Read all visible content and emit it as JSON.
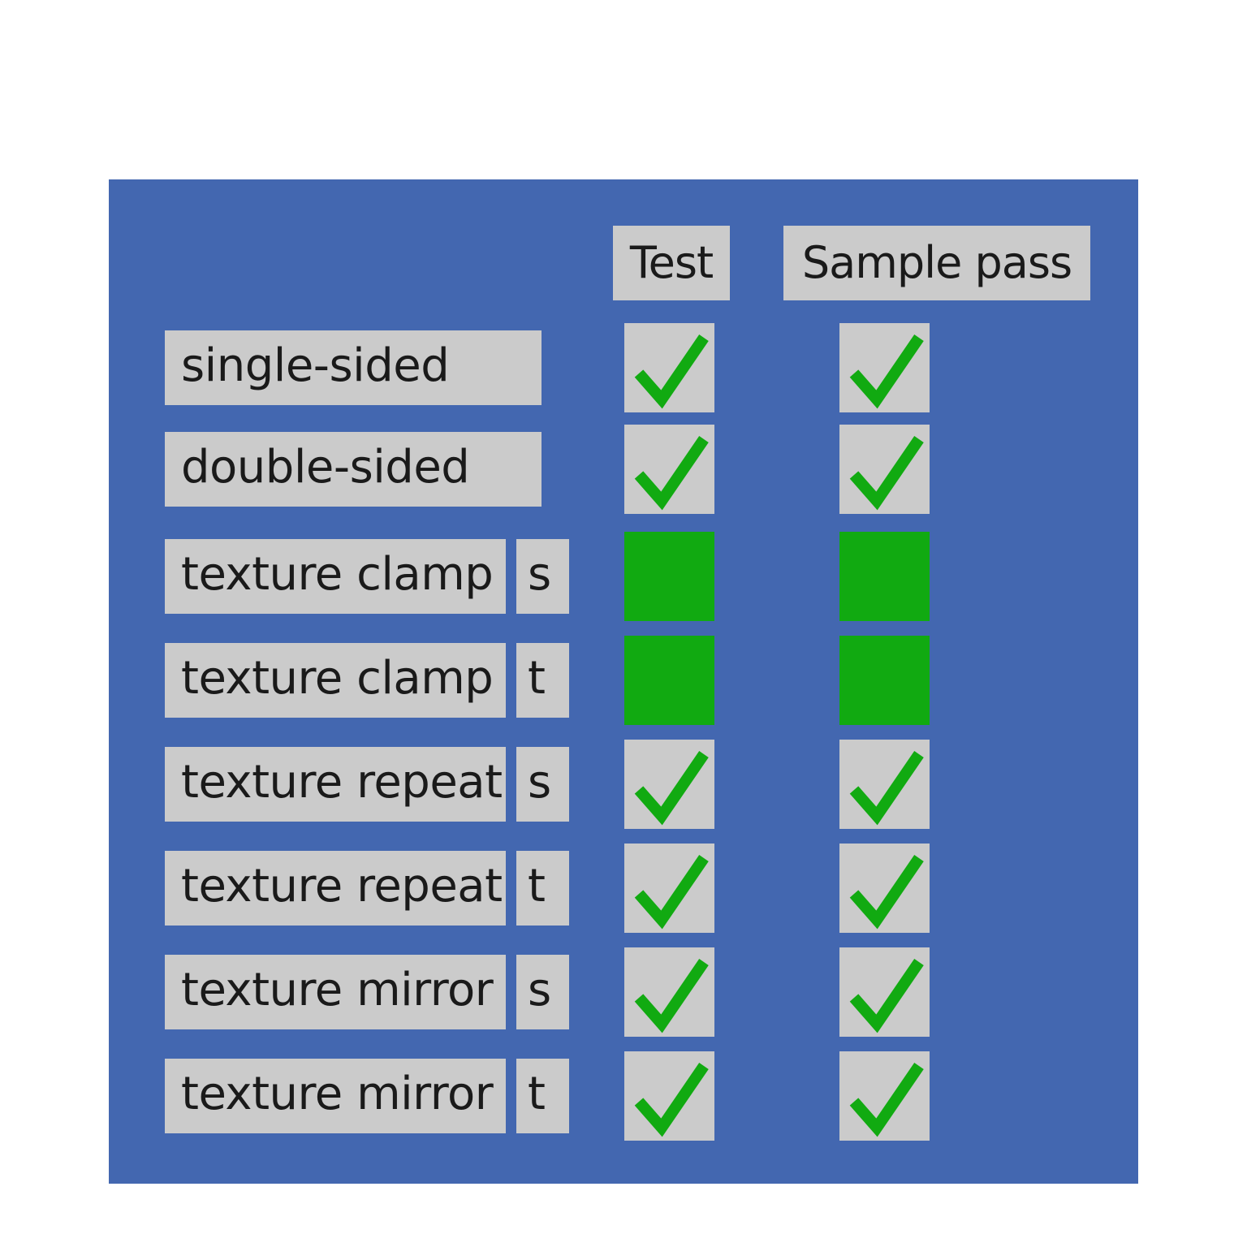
{
  "headers": {
    "test": "Test",
    "sample_pass": "Sample pass"
  },
  "colors": {
    "panel": "#4367b0",
    "cell": "#cbcbcb",
    "pass_green": "#11aa11"
  },
  "rows": [
    {
      "label": "single-sided",
      "axis": null,
      "test": "check",
      "sample": "check"
    },
    {
      "label": "double-sided",
      "axis": null,
      "test": "check",
      "sample": "check"
    },
    {
      "label": "texture clamp",
      "axis": "s",
      "test": "solid",
      "sample": "solid"
    },
    {
      "label": "texture clamp",
      "axis": "t",
      "test": "solid",
      "sample": "solid"
    },
    {
      "label": "texture repeat",
      "axis": "s",
      "test": "check",
      "sample": "check"
    },
    {
      "label": "texture repeat",
      "axis": "t",
      "test": "check",
      "sample": "check"
    },
    {
      "label": "texture mirror",
      "axis": "s",
      "test": "check",
      "sample": "check"
    },
    {
      "label": "texture mirror",
      "axis": "t",
      "test": "check",
      "sample": "check"
    }
  ]
}
